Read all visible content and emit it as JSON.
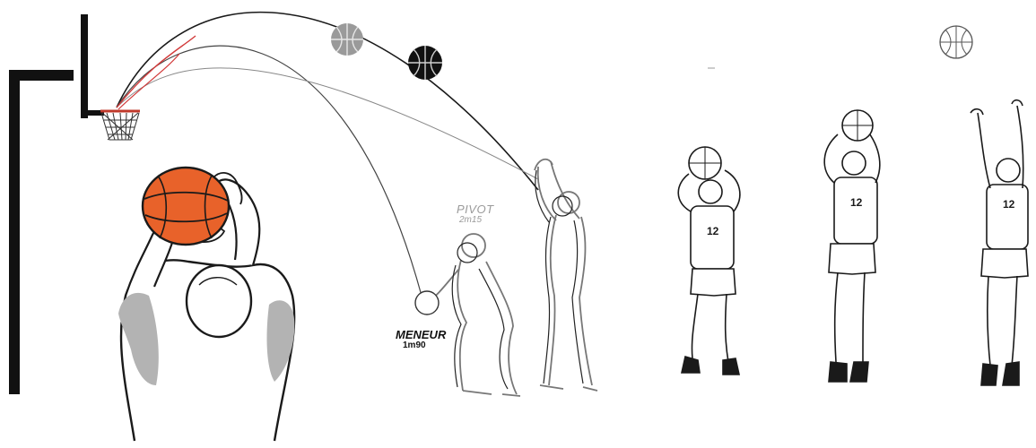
{
  "labels": {
    "pivot": {
      "name": "PIVOT",
      "height": "2m15"
    },
    "meneur": {
      "name": "MENEUR",
      "height": "1m90"
    }
  },
  "jersey_number": "12",
  "colors": {
    "ball_orange": "#e8622a",
    "ball_grey": "#9a9a9a",
    "ball_black": "#111111",
    "shading_grey": "#b3b3b3",
    "trajectory_red": "#d23a3a",
    "outline": "#1a1a1a"
  }
}
